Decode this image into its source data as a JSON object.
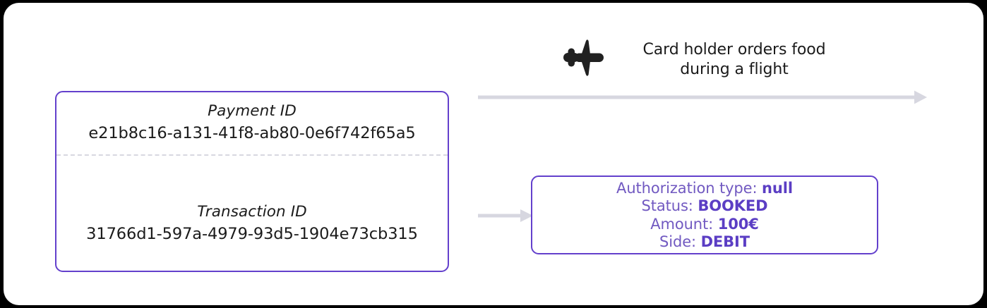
{
  "diagram": {
    "payment_box": {
      "payment_label": "Payment ID",
      "payment_value": "e21b8c16-a131-41f8-ab80-0e6f742f65a5",
      "transaction_label": "Transaction ID",
      "transaction_value": "31766d1-597a-4979-93d5-1904e73cb315"
    },
    "flight": {
      "icon": "airplane-icon",
      "caption_line_1": "Card holder orders food",
      "caption_line_2": "during a flight"
    },
    "arrows": {
      "timeline": "timeline-arrow",
      "transaction": "transaction-arrow"
    },
    "authorization_box": {
      "lines": [
        {
          "label": "Authorization type:",
          "value": "null"
        },
        {
          "label": "Status:",
          "value": "BOOKED"
        },
        {
          "label": "Amount:",
          "value": "100€"
        },
        {
          "label": "Side:",
          "value": "DEBIT"
        }
      ]
    }
  },
  "colors": {
    "accent_purple": "#6340cc",
    "label_purple": "#7159c1",
    "value_purple": "#5b3ec4",
    "arrow_gray": "#d7d7e0",
    "divider_gray": "#d7d7e0",
    "text_dark": "#1b1b1b",
    "icon_dark": "#212121",
    "card_background": "#ffffff",
    "page_background": "#000000"
  }
}
